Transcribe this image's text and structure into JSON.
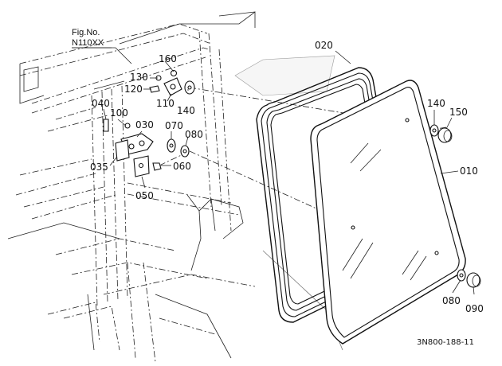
{
  "figure": {
    "ref_title": "Fig.No.",
    "ref_number": "N110XX",
    "drawing_number": "3N800-188-11"
  },
  "callouts": {
    "p010": "010",
    "p020": "020",
    "p030": "030",
    "p035": "035",
    "p040": "040",
    "p050": "050",
    "p060": "060",
    "p070": "070",
    "p080a": "080",
    "p080b": "080",
    "p090": "090",
    "p100": "100",
    "p110": "110",
    "p120": "120",
    "p130": "130",
    "p140a": "140",
    "p140b": "140",
    "p150": "150",
    "p160": "160"
  }
}
